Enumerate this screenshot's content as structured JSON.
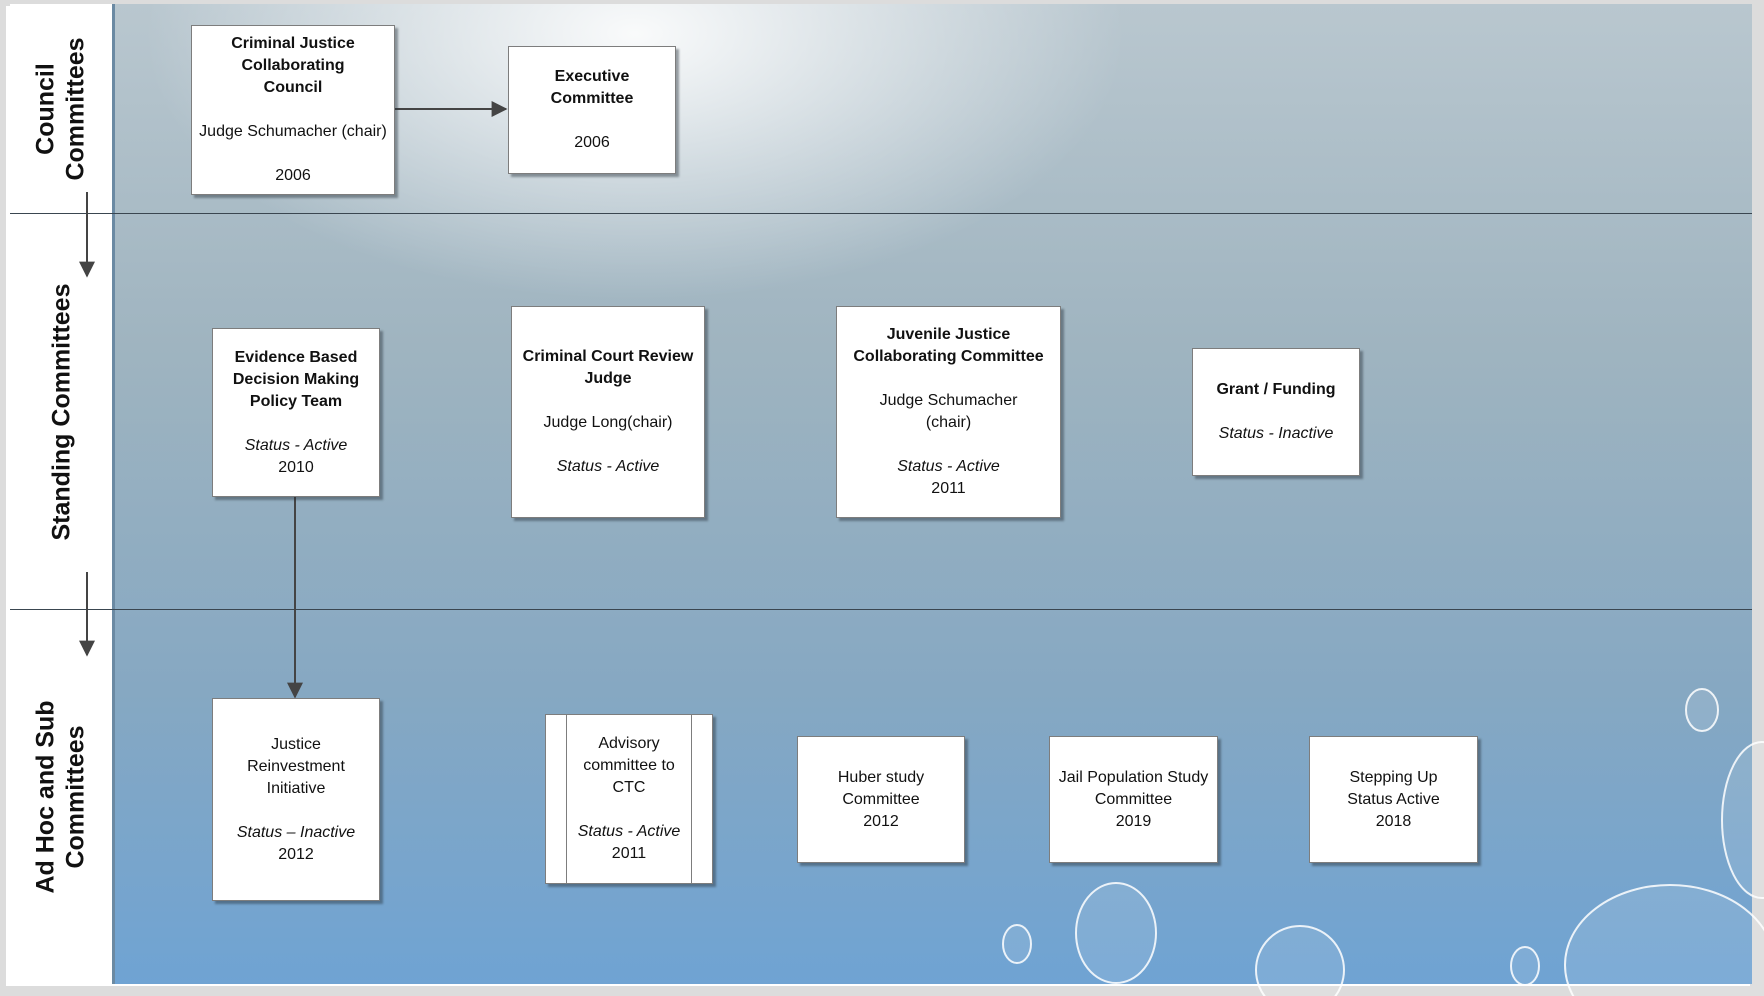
{
  "lanes": {
    "council": "Council\nCommittees",
    "standing": "Standing Committees",
    "adhoc": "Ad Hoc and Sub\nCommittees"
  },
  "council": {
    "cjcc": {
      "title": "Criminal Justice Collaborating Council",
      "chair": "Judge Schumacher (chair)",
      "year": "2006"
    },
    "executive": {
      "title": "Executive Committee",
      "year": "2006"
    }
  },
  "standing": {
    "ebdm": {
      "title": "Evidence Based Decision Making Policy Team",
      "status": "Status - Active",
      "year": "2010"
    },
    "ccr": {
      "title": "Criminal Court Review Judge",
      "chair": "Judge Long(chair)",
      "status": "Status - Active"
    },
    "jjcc": {
      "title": "Juvenile Justice Collaborating Committee",
      "chair": "Judge Schumacher (chair)",
      "status": "Status - Active",
      "year": "2011"
    },
    "grant": {
      "title": "Grant / Funding",
      "status": "Status - Inactive"
    }
  },
  "adhoc": {
    "jri": {
      "title": "Justice Reinvestment Initiative",
      "status": "Status – Inactive",
      "year": "2012"
    },
    "advisory": {
      "title": "Advisory committee to CTC",
      "status": "Status -  Active",
      "year": "2011"
    },
    "huber": {
      "title": "Huber study Committee",
      "year": "2012"
    },
    "jail": {
      "title": "Jail Population Study Committee",
      "year": "2019"
    },
    "stepping": {
      "title": "Stepping Up",
      "status": "Status Active",
      "year": "2018"
    }
  },
  "colors": {
    "connector": "#444444",
    "box_border": "#7d7d7d",
    "lane_line": "#3a4650"
  }
}
